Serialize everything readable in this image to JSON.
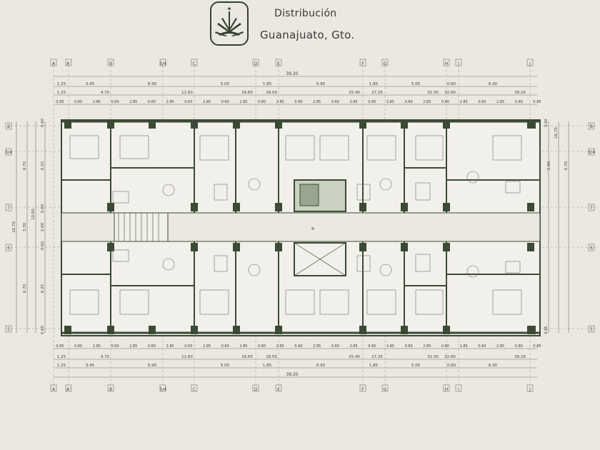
{
  "header": {
    "title": "Distribución",
    "subtitle": "Guanajuato, Gto."
  },
  "grid_labels": {
    "columns": [
      "A",
      "A'",
      "B",
      "3/4",
      "C",
      "D",
      "E",
      "F",
      "G",
      "H",
      "I",
      "J"
    ],
    "rows": [
      "B",
      "3/4",
      "7",
      "6",
      "5"
    ]
  },
  "dimensions": {
    "total": "39.20",
    "row1": [
      "1.25",
      "3.45",
      "6.90",
      "5.05",
      "1.85",
      "6.90",
      "1.85",
      "5.05",
      "0.60",
      "6.30"
    ],
    "row2": [
      "1.25",
      "4.70",
      "11.60",
      "16.65",
      "18.50",
      "25.40",
      "27.25",
      "32.30",
      "32.90",
      "39.20"
    ],
    "row3": [
      "0.85",
      "0.60",
      "2.85",
      "0.60",
      "2.85",
      "0.60",
      "2.85",
      "0.60",
      "2.85",
      "0.60",
      "2.85",
      "0.60",
      "2.85",
      "0.60",
      "2.85",
      "0.60",
      "2.85",
      "0.60",
      "2.85",
      "0.60",
      "2.85",
      "0.60",
      "2.85",
      "0.60",
      "2.85",
      "0.60",
      "0.85"
    ],
    "left_outer": "16.70",
    "left_inner": [
      "6.70",
      "3.30",
      "6.70"
    ],
    "left_sub": [
      "0.60",
      "6.25",
      "0.60",
      "2.60",
      "0.60",
      "6.25",
      "0.60"
    ],
    "left_mid": "10.00",
    "right_outer": "16.70",
    "right_inner": [
      "5.90",
      "6.70"
    ],
    "right_sub": [
      "0.60",
      "0.85"
    ]
  },
  "colors": {
    "background": "#ebe8e2",
    "wall": "#3b4a34",
    "dim_line": "#6f6f68",
    "core_fill": "#c9d1c0"
  },
  "logo": {
    "icon": "agave-plant-icon"
  }
}
